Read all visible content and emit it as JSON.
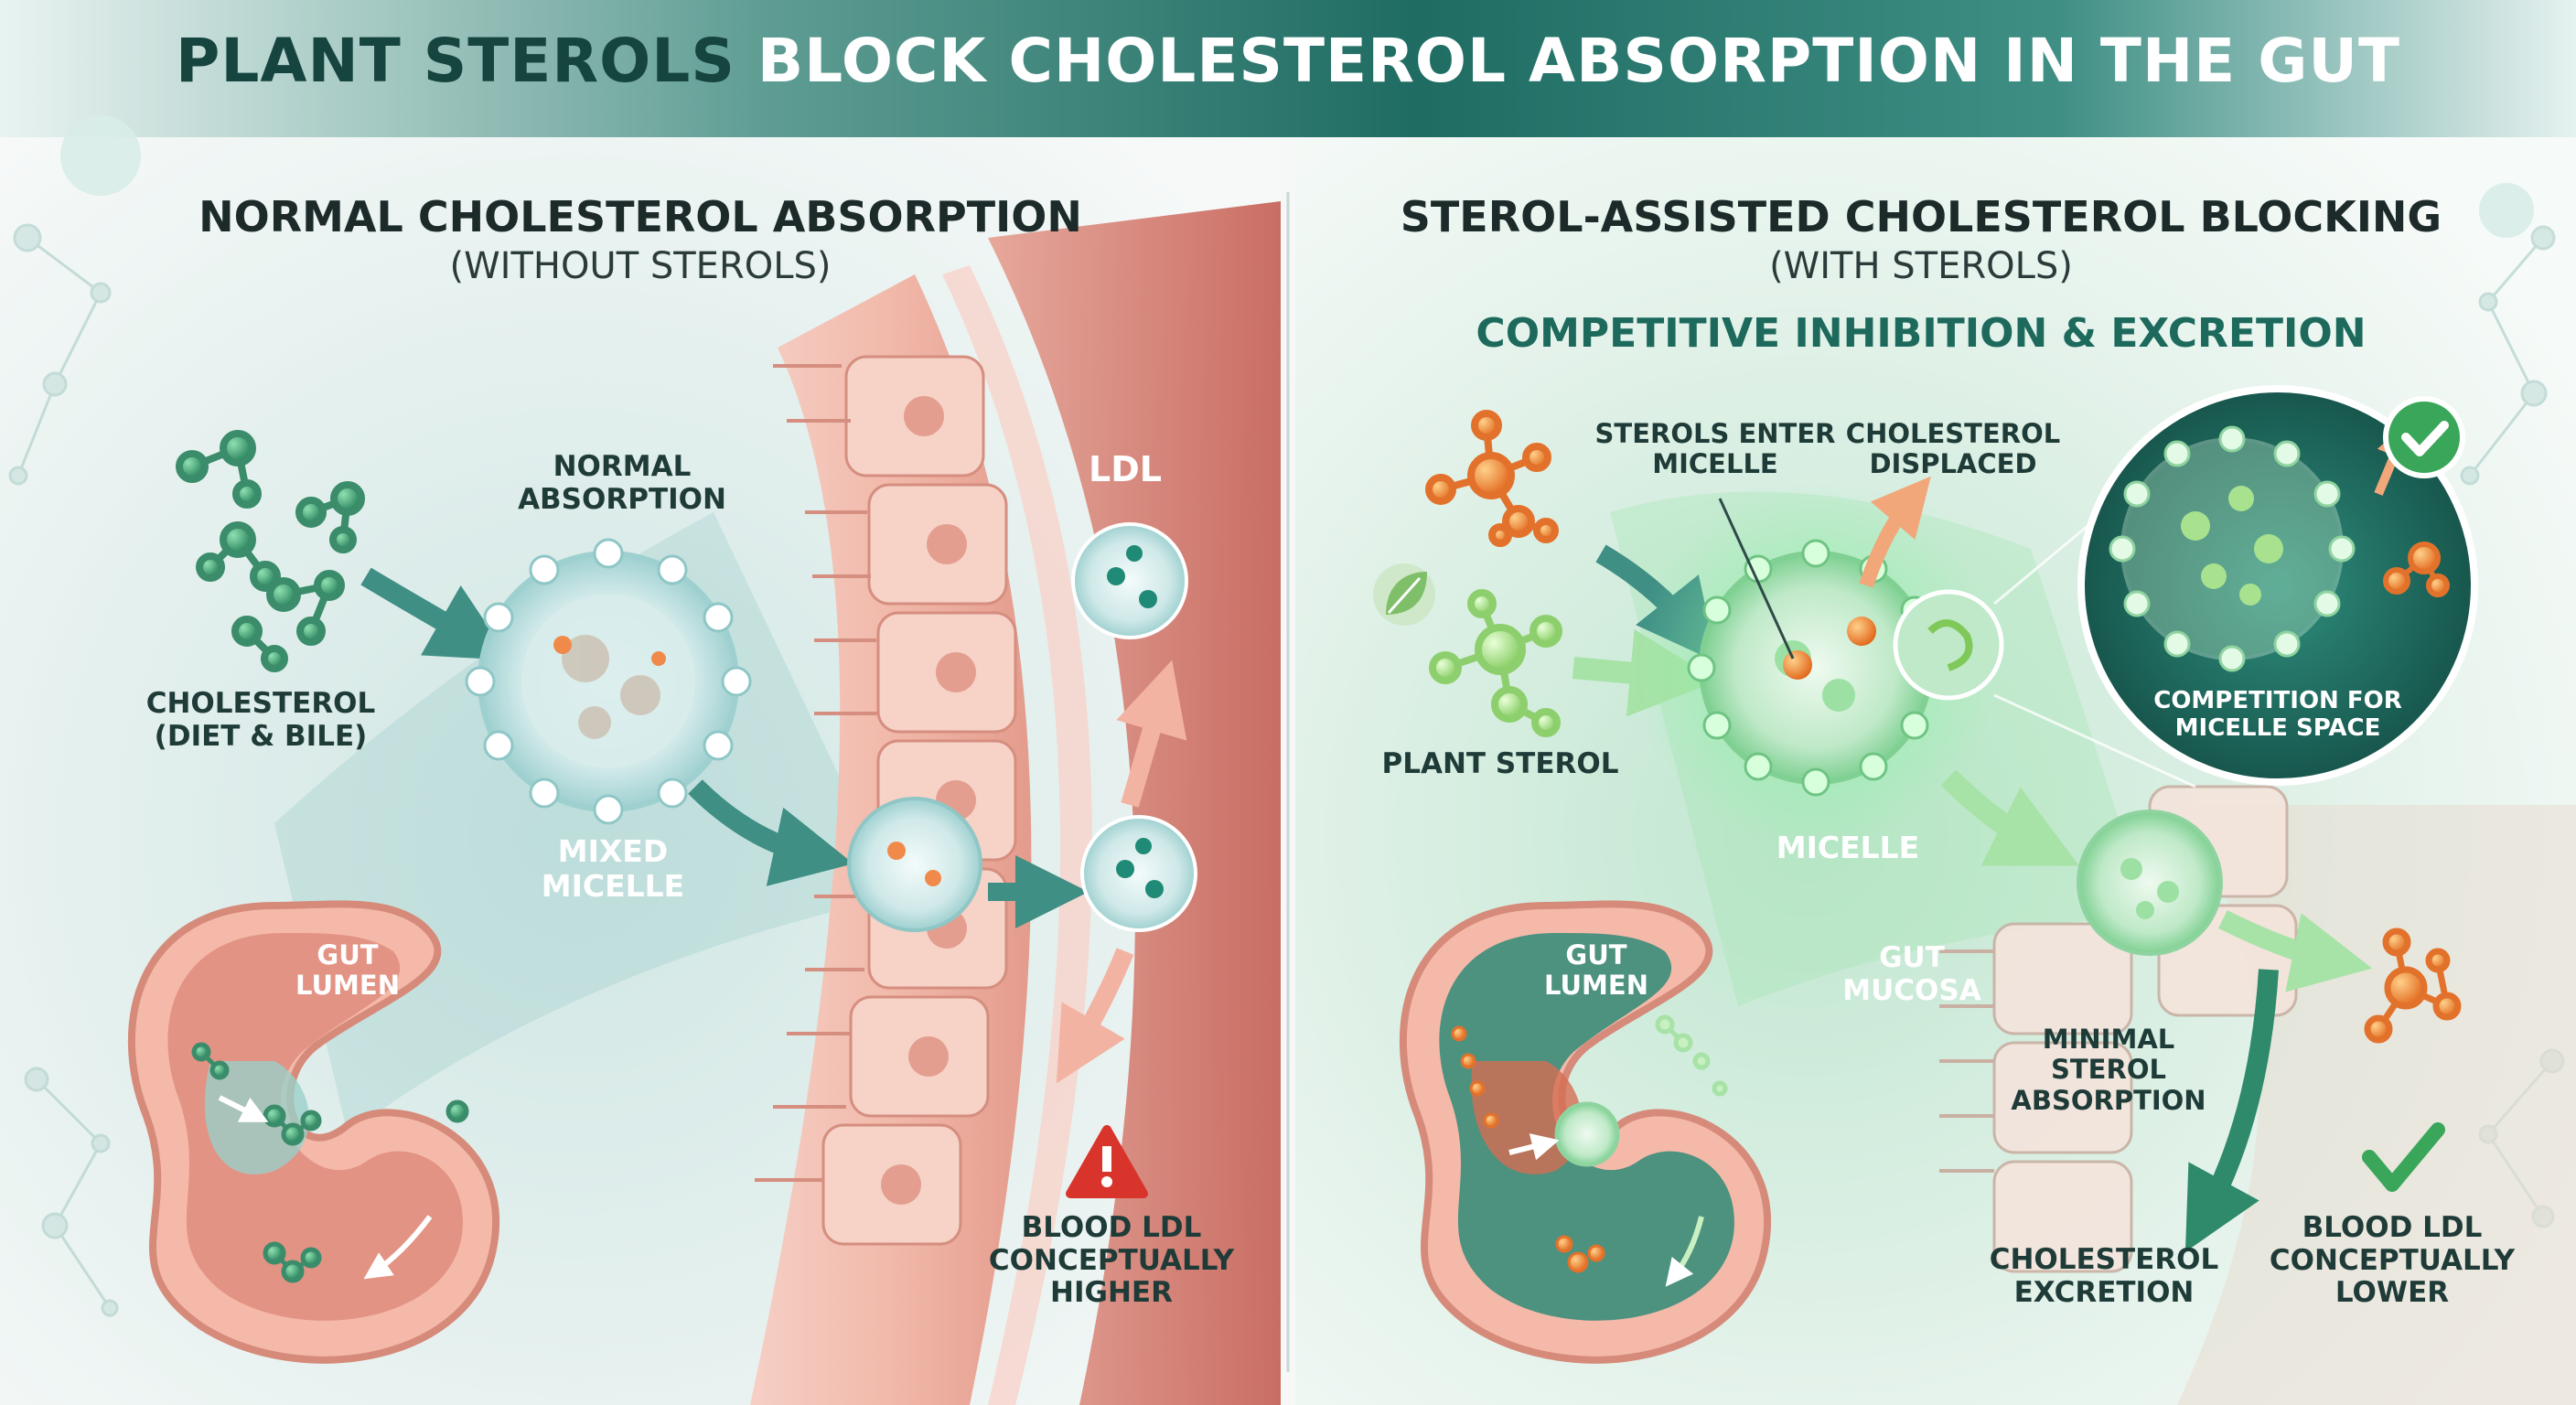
{
  "title": {
    "part1": "PLANT STEROLS ",
    "part2": "BLOCK CHOLESTEROL ABSORPTION IN THE GUT"
  },
  "left": {
    "heading": "NORMAL CHOLESTEROL ABSORPTION",
    "subheading": "(WITHOUT STEROLS)",
    "normal_absorption": [
      "NORMAL",
      "ABSORPTION"
    ],
    "cholesterol": [
      "CHOLESTEROL",
      "(DIET & BILE)"
    ],
    "mixed_micelle": [
      "MIXED",
      "MICELLE"
    ],
    "gut_lumen": [
      "GUT",
      "LUMEN"
    ],
    "ldl": "LDL",
    "blood_ldl": [
      "BLOOD LDL",
      "CONCEPTUALLY",
      "HIGHER"
    ]
  },
  "right": {
    "heading": "STEROL-ASSISTED CHOLESTEROL BLOCKING",
    "subheading": "(WITH STEROLS)",
    "tagline": "COMPETITIVE INHIBITION & EXCRETION",
    "sterols_enter": [
      "STEROLS ENTER",
      "MICELLE"
    ],
    "cholesterol_displaced": [
      "CHOLESTEROL",
      "DISPLACED"
    ],
    "competition": [
      "COMPETITION FOR",
      "MICELLE SPACE"
    ],
    "plant_sterol": "PLANT STEROL",
    "micelle": "MICELLE",
    "gut_mucosa": [
      "GUT",
      "MUCOSA"
    ],
    "gut_lumen": [
      "GUT",
      "LUMEN"
    ],
    "minimal": [
      "MINIMAL",
      "STEROL",
      "ABSORPTION"
    ],
    "excretion": [
      "CHOLESTEROL",
      "EXCRETION"
    ],
    "blood_ldl": [
      "BLOOD LDL",
      "CONCEPTUALLY",
      "LOWER"
    ]
  },
  "colors": {
    "title_dark": "#16443f",
    "cholesterol_green": "#2e8b64",
    "sterol_orange": "#f08a2a",
    "tissue_pink": "#f2b3a3",
    "blood_red": "#c8584c",
    "teal": "#1d6a5d",
    "check_green": "#3aa65a",
    "warning_red": "#d9342b"
  },
  "icons": [
    "leaf-icon",
    "check-icon",
    "warning-icon"
  ]
}
